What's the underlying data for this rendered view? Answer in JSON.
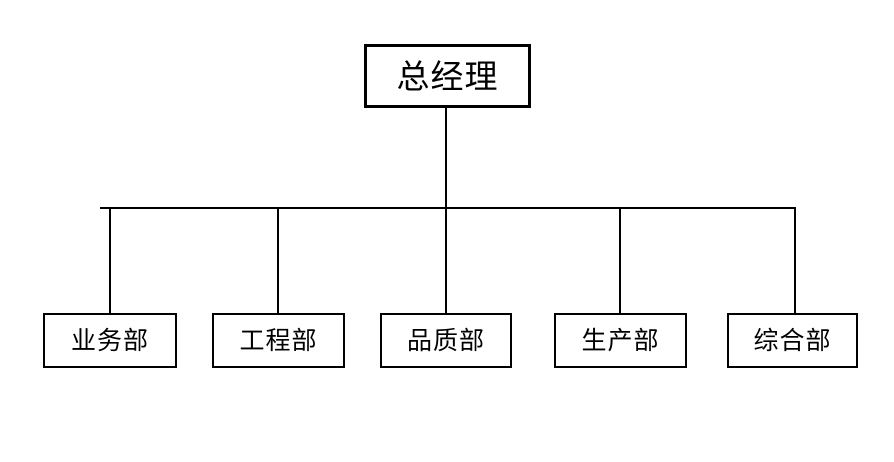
{
  "chart_data": {
    "type": "diagram",
    "diagram_kind": "organizational-chart",
    "title": "",
    "orientation": "top-down",
    "levels": 2,
    "nodes": [
      {
        "id": "root",
        "label": "总经理",
        "level": 0,
        "parent": null
      },
      {
        "id": "dept1",
        "label": "业务部",
        "level": 1,
        "parent": "root"
      },
      {
        "id": "dept2",
        "label": "工程部",
        "level": 1,
        "parent": "root"
      },
      {
        "id": "dept3",
        "label": "品质部",
        "level": 1,
        "parent": "root"
      },
      {
        "id": "dept4",
        "label": "生产部",
        "level": 1,
        "parent": "root"
      },
      {
        "id": "dept5",
        "label": "综合部",
        "level": 1,
        "parent": "root"
      }
    ],
    "edges": [
      {
        "from": "root",
        "to": "dept1"
      },
      {
        "from": "root",
        "to": "dept2"
      },
      {
        "from": "root",
        "to": "dept3"
      },
      {
        "from": "root",
        "to": "dept4"
      },
      {
        "from": "root",
        "to": "dept5"
      }
    ],
    "colors": {
      "background": "#ffffff",
      "box_border": "#000000",
      "box_fill": "#ffffff",
      "connector": "#000000",
      "text": "#000000"
    }
  },
  "root": {
    "label": "总经理"
  },
  "departments": [
    {
      "label": "业务部"
    },
    {
      "label": "工程部"
    },
    {
      "label": "品质部"
    },
    {
      "label": "生产部"
    },
    {
      "label": "综合部"
    }
  ]
}
